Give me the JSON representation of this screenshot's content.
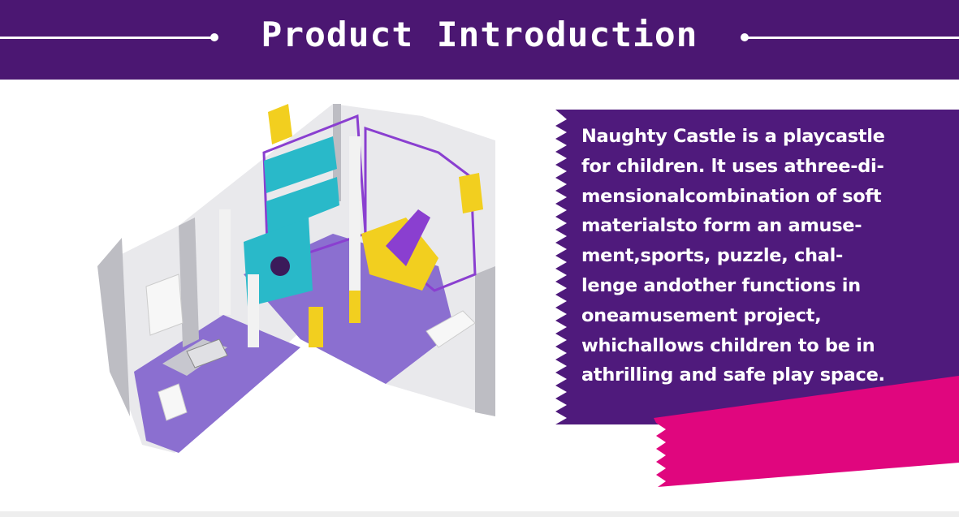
{
  "header": {
    "title_words": [
      "Product",
      "Introduction"
    ]
  },
  "description": {
    "text": "Naughty Castle is a playcastle\nfor children. lt uses athree-di-\nmensionalcombination of soft\nmaterialsto form an amuse-\nment,sports, puzzle, chal-\nlenge andother functions in\noneamusement project,\nwhichallows children to be in\nathrilling and safe play space."
  },
  "colors": {
    "header_bg": "#4b1772",
    "panel_purple": "#4f1a7c",
    "accent_pink": "#e0067e",
    "playground_yellow": "#f2cf1f",
    "playground_teal": "#29b9c9",
    "floor_lavender": "#8b6fd0"
  }
}
